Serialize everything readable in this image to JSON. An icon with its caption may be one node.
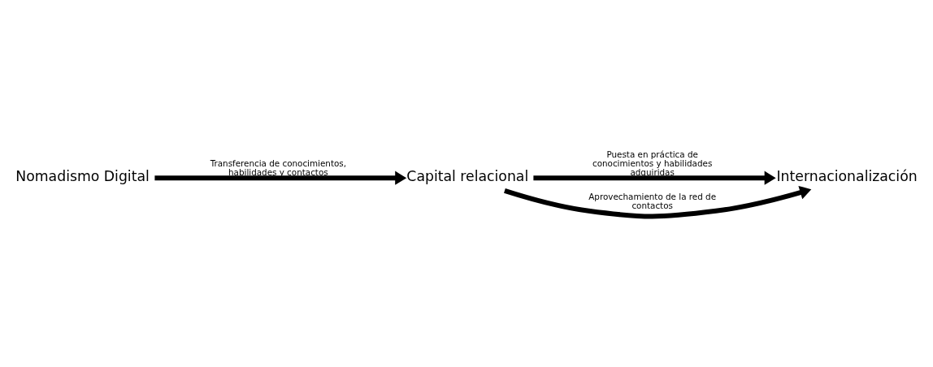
{
  "diagram": {
    "nodes": [
      {
        "text": [
          "Nomadismo Digital"
        ]
      },
      {
        "text": [
          "Capital relacional"
        ]
      },
      {
        "text": [
          "Internacionalización"
        ]
      }
    ],
    "edges": [
      {
        "from": 0,
        "to": 1,
        "arrow": "to",
        "label": "Transferencia de conocimientos, habilidades y contactos"
      },
      {
        "from": 1,
        "to": 2,
        "arrow": "to",
        "label": "Puesta en práctica de conocimientos y habilidades adquiridas"
      },
      {
        "from": 1,
        "to": 2,
        "arrow": "to",
        "label": "Aprovechamiento de la red de contactos"
      }
    ]
  }
}
